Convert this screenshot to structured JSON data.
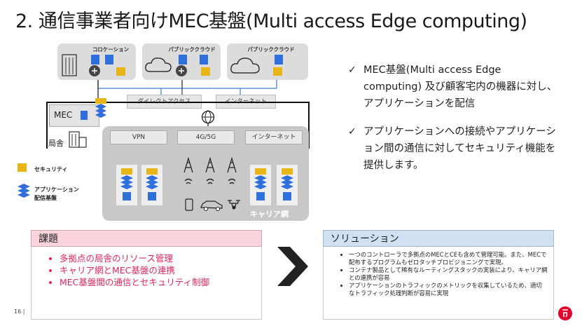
{
  "slide": {
    "title": "2. 通信事業者向けMEC基盤(Multi access Edge computing)",
    "page_number": "16",
    "page_sep": "|"
  },
  "diagram": {
    "clouds": [
      {
        "label": "コロケーション"
      },
      {
        "label": "パブリッククラウド"
      },
      {
        "label": "パブリッククラウド"
      }
    ],
    "links": {
      "direct": "ダイレクトアクセス",
      "internet": "インターネット"
    },
    "mec_label": "MEC",
    "office_label": "局舎",
    "carrier": {
      "tabs": [
        "VPN",
        "4G/5G",
        "インターネット"
      ],
      "label": "キャリア網"
    },
    "legend": {
      "security": "セキュリティ",
      "app_platform_line1": "アプリケーション",
      "app_platform_line2": "配信基盤"
    },
    "colors": {
      "gold": "#e8b516",
      "blue": "#2f6fdb",
      "gray": "#c8c8c8"
    }
  },
  "points": [
    {
      "text": "MEC基盤(Multi access Edge computing) 及び顧客宅内の機器に対し、アプリケーションを配信"
    },
    {
      "text": "アプリケーションへの接続やアプリケーション間の通信に対してセキュリティ機能を提供します。"
    }
  ],
  "issues": {
    "title": "課題",
    "items": [
      "多拠点の局舎のリソース管理",
      "キャリア網とMEC基盤の連携",
      "MEC基盤間の通信とセキュリティ制御"
    ]
  },
  "solutions": {
    "title": "ソリューション",
    "items": [
      "一つのコントローラで多拠点のMECとCEも含めて管理可能。また、MECで配布するプログラムもゼロタッチプロビジョニングで実現。",
      "コンテナ製品として稀有なルーティングスタックの実装により、キャリア網との連携が容易",
      "アプリケーションのトラフィックのメトリックを収集しているため、適切なトラフィック処理判断が容易に実現"
    ]
  },
  "icons": [
    "building-icon",
    "router-icon",
    "server-stack-icon",
    "security-cube-icon",
    "cloud-icon",
    "globe-icon",
    "antenna-icon",
    "wifi-icon",
    "phone-icon",
    "car-icon",
    "drone-icon",
    "chevron-right-icon",
    "brand-logo-icon"
  ]
}
